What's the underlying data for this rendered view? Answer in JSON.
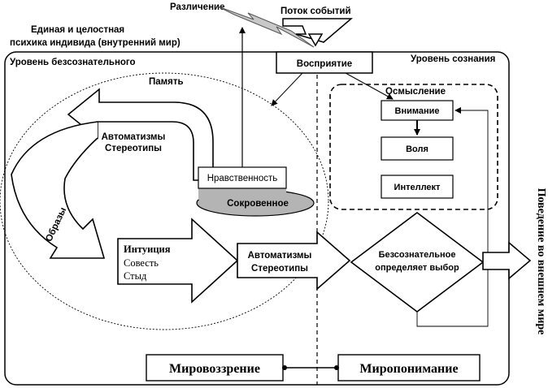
{
  "header": {
    "razlichenie": "Различение",
    "potok": "Поток событий",
    "psyche_line1": "Единая и целостная",
    "psyche_line2": "психика индивида (внутренний мир)"
  },
  "levels": {
    "unconscious": "Уровень безсознательного",
    "conscious": "Уровень сознания"
  },
  "memory": "Память",
  "perception": "Восприятие",
  "osmyslenie": {
    "title": "Осмысление",
    "attention": "Внимание",
    "will": "Воля",
    "intellect": "Интеллект"
  },
  "curve_arrow": {
    "line1": "Автоматизмы",
    "line2": "Стереотипы",
    "images": "Образы"
  },
  "morality": "Нравственность",
  "sacred": "Сокровенное",
  "intuition_arrow": {
    "title": "Интуиция",
    "conscience": "Совесть",
    "shame": "Стыд"
  },
  "auto_arrow": {
    "line1": "Автоматизмы",
    "line2": "Стереотипы"
  },
  "diamond": {
    "line1": "Безсознательное",
    "line2": "определяет выбор"
  },
  "behavior": "Поведение во внешнем мире",
  "bottom": {
    "worldview": "Мировоззрение",
    "worldunderstanding": "Миропонимание"
  },
  "colors": {
    "lightning": "#c8c8c8",
    "sacred_fill": "#b4b4b4",
    "ink": "#000000"
  }
}
